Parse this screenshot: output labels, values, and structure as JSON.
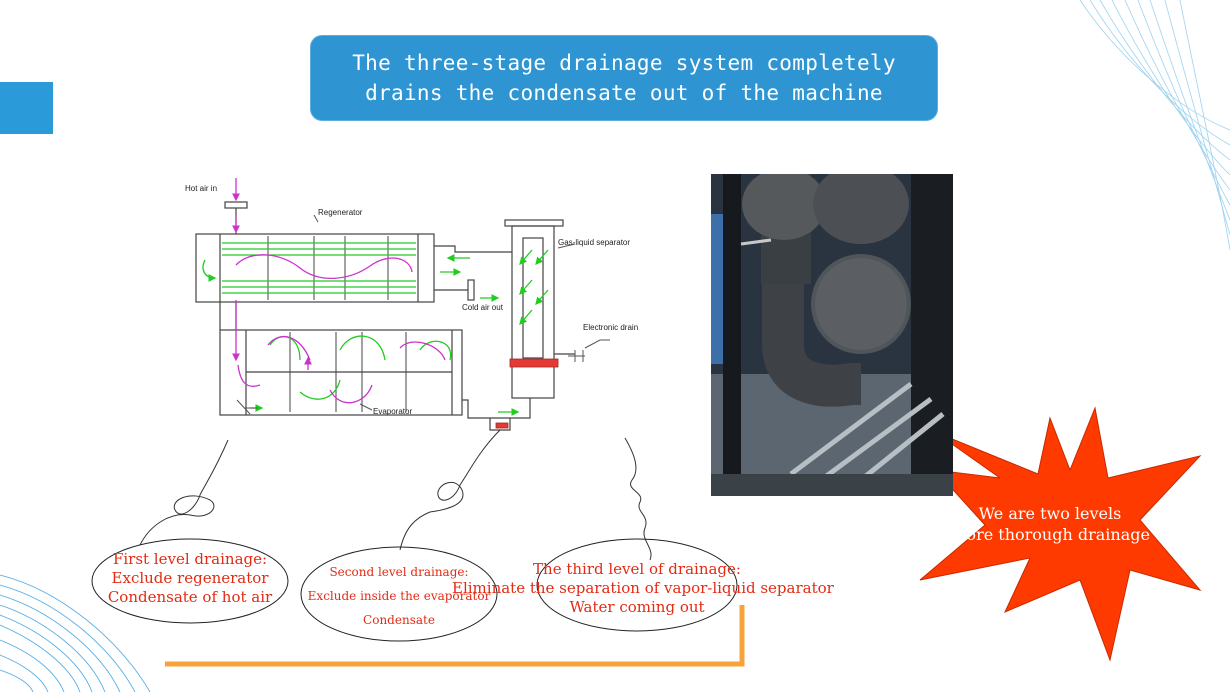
{
  "title": "The three-stage drainage system completely\ndrains the condensate out of the machine",
  "diagram": {
    "hot_air_in": "Hot air in",
    "regenerator": "Regenerator",
    "gas_liquid_separator": "Gas-liquid separator",
    "cold_air_out": "Cold air out",
    "electronic_drain": "Electronic drain",
    "evaporator": "Evaporator"
  },
  "drain_levels": [
    {
      "lines": [
        "First level drainage:",
        "Exclude regenerator",
        "Condensate of hot air"
      ]
    },
    {
      "lines": [
        "Second level drainage:",
        "Exclude inside the evaporator",
        "Condensate"
      ]
    },
    {
      "lines": [
        "The third level of drainage:",
        "Eliminate the separation of vapor-liquid separator",
        "Water coming out"
      ]
    }
  ],
  "callout": {
    "line1": "We are two levels",
    "line2": "More thorough drainage"
  },
  "colors": {
    "title_bg": "#2f95d2",
    "oval_text": "#e32b14",
    "star": "#ff3a00",
    "connector": "#f7a33c",
    "flow_green": "#22cc22",
    "flow_magenta": "#cc33cc"
  }
}
